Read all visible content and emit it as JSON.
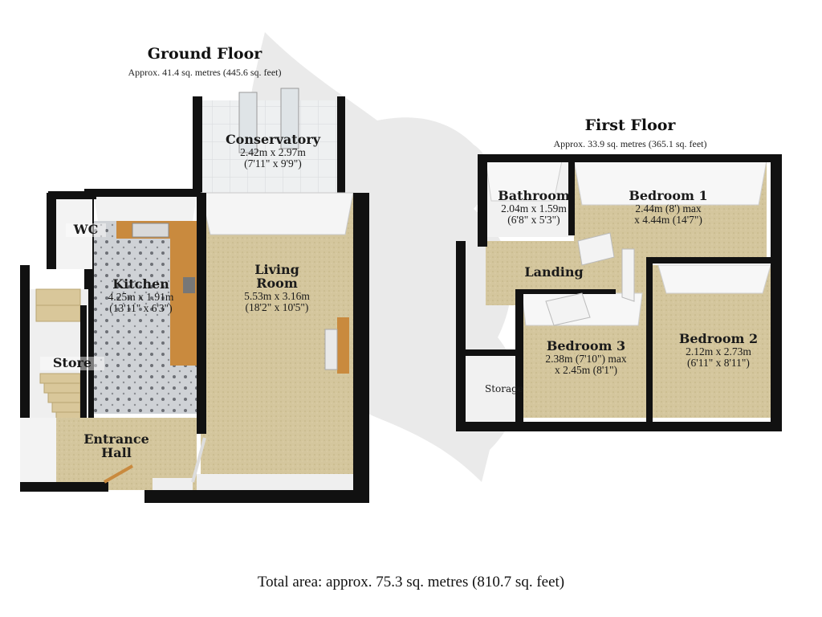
{
  "ground_floor": {
    "title": "Ground Floor",
    "area": "Approx. 41.4 sq. metres (445.6 sq. feet)",
    "rooms": {
      "conservatory": {
        "name": "Conservatory",
        "dim_m": "2.42m x 2.97m",
        "dim_ft": "(7'11\" x 9'9\")"
      },
      "wc": {
        "name": "WC"
      },
      "kitchen": {
        "name": "Kitchen",
        "dim_m": "4.25m x 1.91m",
        "dim_ft": "(13'11\" x 6'3\")"
      },
      "living_room": {
        "name1": "Living",
        "name2": "Room",
        "dim_m": "5.53m x 3.16m",
        "dim_ft": "(18'2\" x 10'5\")"
      },
      "store": {
        "name": "Store"
      },
      "entrance_hall": {
        "name1": "Entrance",
        "name2": "Hall"
      }
    }
  },
  "first_floor": {
    "title": "First Floor",
    "area": "Approx. 33.9 sq. metres (365.1 sq. feet)",
    "rooms": {
      "bathroom": {
        "name": "Bathroom",
        "dim_m": "2.04m x 1.59m",
        "dim_ft": "(6'8\" x 5'3\")"
      },
      "bedroom1": {
        "name": "Bedroom 1",
        "dim_line1": "2.44m (8') max",
        "dim_line2": "x 4.44m (14'7\")"
      },
      "landing": {
        "name": "Landing"
      },
      "bedroom3": {
        "name": "Bedroom 3",
        "dim_line1": "2.38m (7'10\") max",
        "dim_line2": "x 2.45m (8'1\")"
      },
      "bedroom2": {
        "name": "Bedroom 2",
        "dim_m": "2.12m x 2.73m",
        "dim_ft": "(6'11\" x 8'11\")"
      },
      "storage": {
        "name": "Storage"
      }
    }
  },
  "total_area": "Total area: approx. 75.3 sq. metres (810.7 sq. feet)",
  "colors": {
    "wall": "#0d0d0d",
    "wall_inner": "#f4f4f4",
    "carpet": "#d2c49a",
    "kitchen_floor": "#c9ccd0",
    "worktop": "#c98a3e",
    "stairs": "#d9c79a",
    "watermark": "#cfcfcf"
  }
}
